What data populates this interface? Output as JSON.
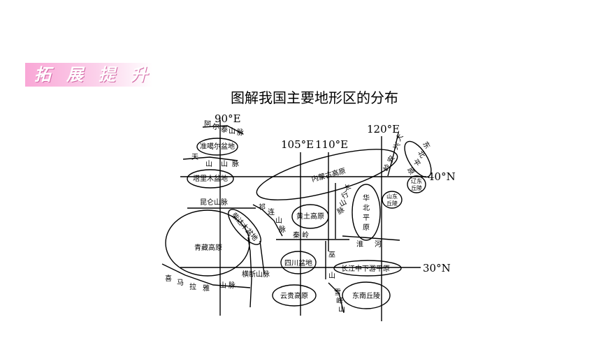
{
  "banner": {
    "chars": [
      "拓",
      "展",
      "提",
      "升"
    ]
  },
  "title": "图解我国主要地形区的分布",
  "coords": {
    "lon90": "90°E",
    "lon105": "105°E",
    "lon110": "110°E",
    "lon120": "120°E",
    "lat40": "40°N",
    "lat30": "30°N"
  },
  "regions": {
    "junggar": "准噶尔盆地",
    "tarim": "塔里木盆地",
    "qaidam": "柴达木盆地",
    "qingzang": "青藏高原",
    "neimenggu": "内蒙古高原",
    "huangtu": "黄土高原",
    "sichuan": "四川盆地",
    "yungui": "云贵高原",
    "huabei_1": "华",
    "huabei_2": "北",
    "huabei_3": "平",
    "huabei_4": "原",
    "dongbei_1": "东",
    "dongbei_2": "北",
    "dongbei_3": "平",
    "dongbei_4": "原",
    "liaodong_1": "辽东",
    "liaodong_2": "丘陵",
    "shandong_1": "山东",
    "shandong_2": "丘陵",
    "changjiang": "长江中下游平原",
    "dongnan": "东南丘陵"
  },
  "mountains": {
    "altai_1": "阿",
    "altai_2": "尔",
    "altai_3": "泰",
    "altai_4": "山",
    "altai_5": "脉",
    "tianshan_1": "天",
    "tianshan_2": "山",
    "tianshan_3": "山",
    "tianshan_4": "脉",
    "kunlun": "昆仑山脉",
    "qilian_1": "祁",
    "qilian_2": "连",
    "qilian_3": "山",
    "qilian_4": "脉",
    "qinling": "秦 岭",
    "taihang_1": "太",
    "taihang_2": "行",
    "taihang_3": "山",
    "taihang_4": "脉",
    "daxinganling_1": "大",
    "daxinganling_2": "兴",
    "daxinganling_3": "安",
    "daxinganling_4": "岭",
    "huaihe_1": "淮",
    "huaihe_2": "河",
    "wushan_1": "巫",
    "wushan_2": "山",
    "hengduan": "横断山脉",
    "xuefeng_1": "雪",
    "xuefeng_2": "峰",
    "xuefeng_3": "山",
    "himalaya_1": "喜",
    "himalaya_2": "马",
    "himalaya_3": "拉",
    "himalaya_4": "雅",
    "himalaya_5": "山",
    "himalaya_6": "脉"
  }
}
